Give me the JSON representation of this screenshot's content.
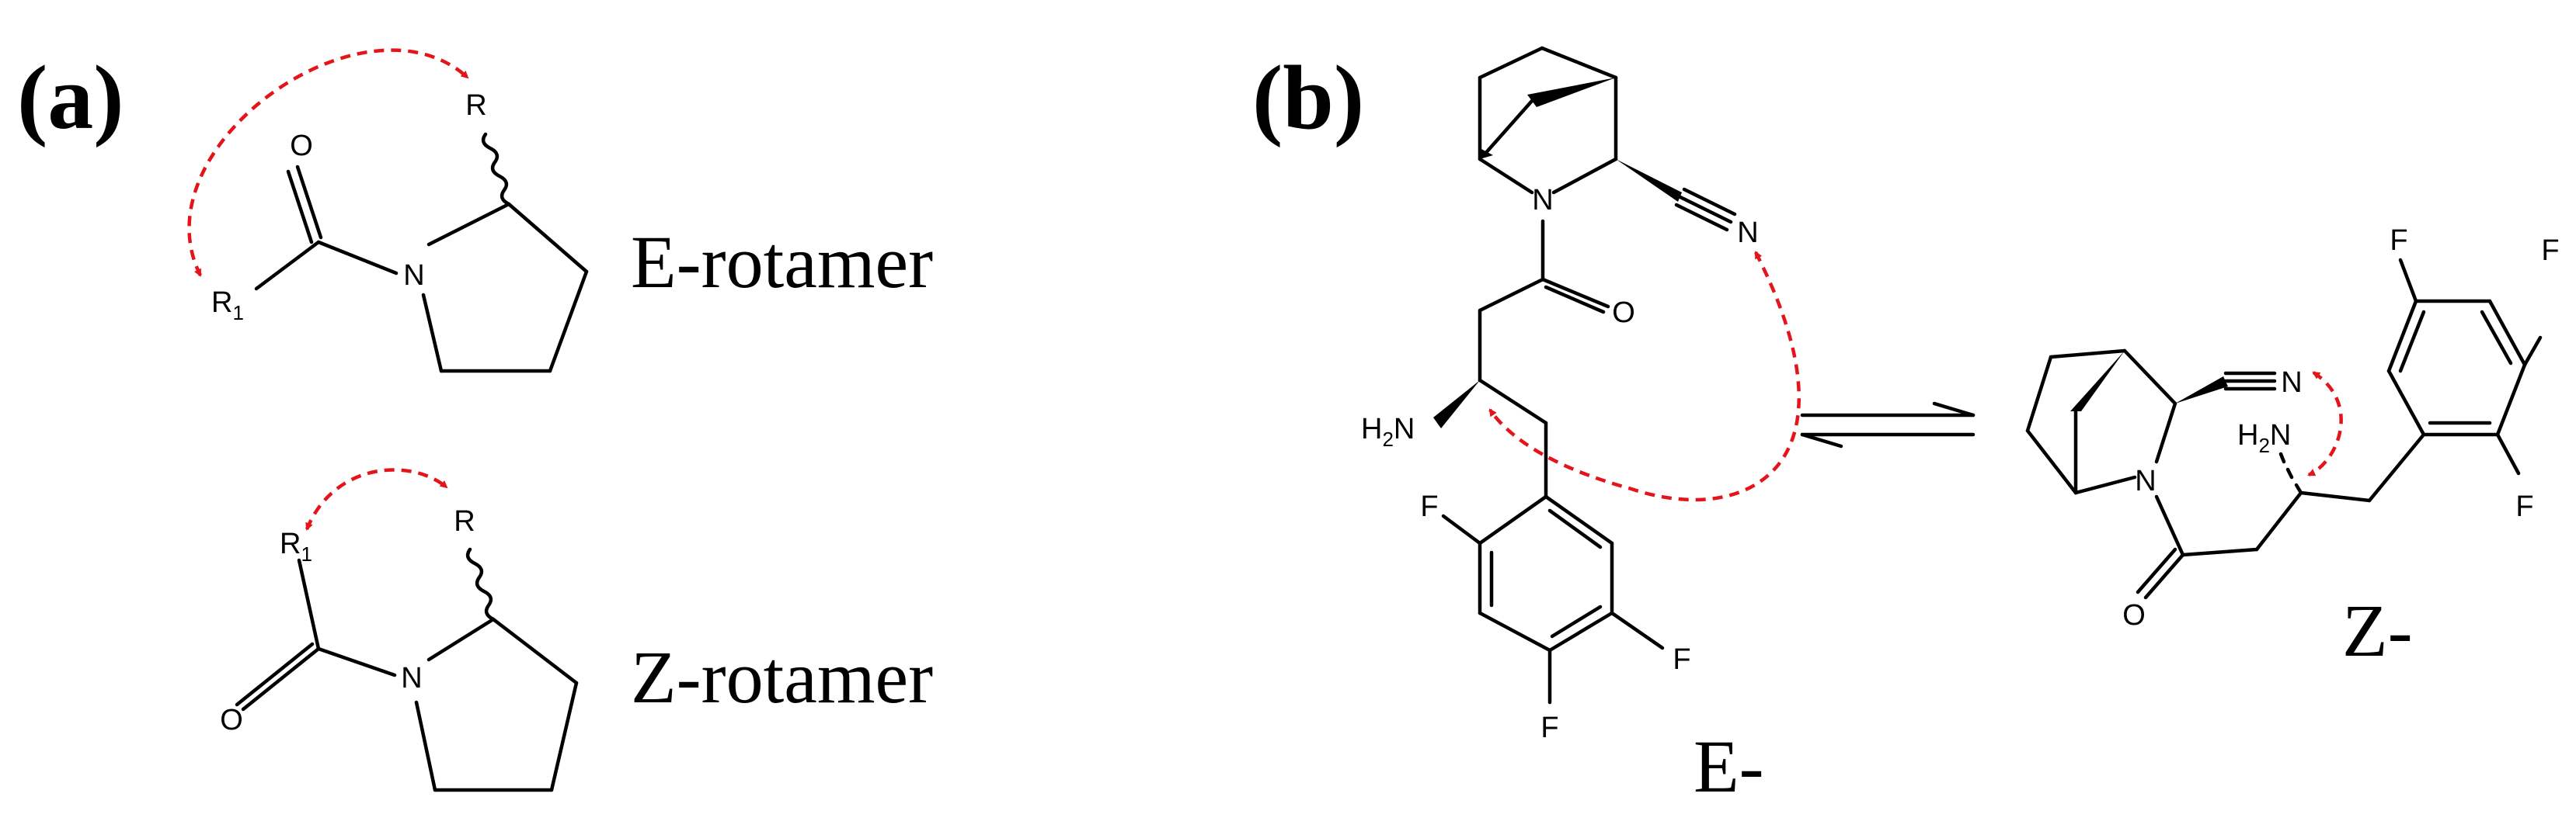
{
  "panels": {
    "a": {
      "label": "(a)",
      "e_caption": "E-rotamer",
      "z_caption": "Z-rotamer"
    },
    "b": {
      "label": "(b)",
      "e_caption": "E-",
      "z_caption": "Z-"
    }
  },
  "atoms": {
    "oxygen": "O",
    "nitrogen": "N",
    "fluorine": "F",
    "r": "R",
    "r1_main": "R",
    "r1_sub": "1",
    "h2n_main": "H",
    "h2n_sub": "2",
    "h2n_tail": "N"
  },
  "colors": {
    "bond": "#000000",
    "nOe_arrow": "#e4141b"
  },
  "icons": {
    "equilibrium": "equilibrium-arrows-icon",
    "interaction": "dashed-double-headed-arrow-icon"
  }
}
